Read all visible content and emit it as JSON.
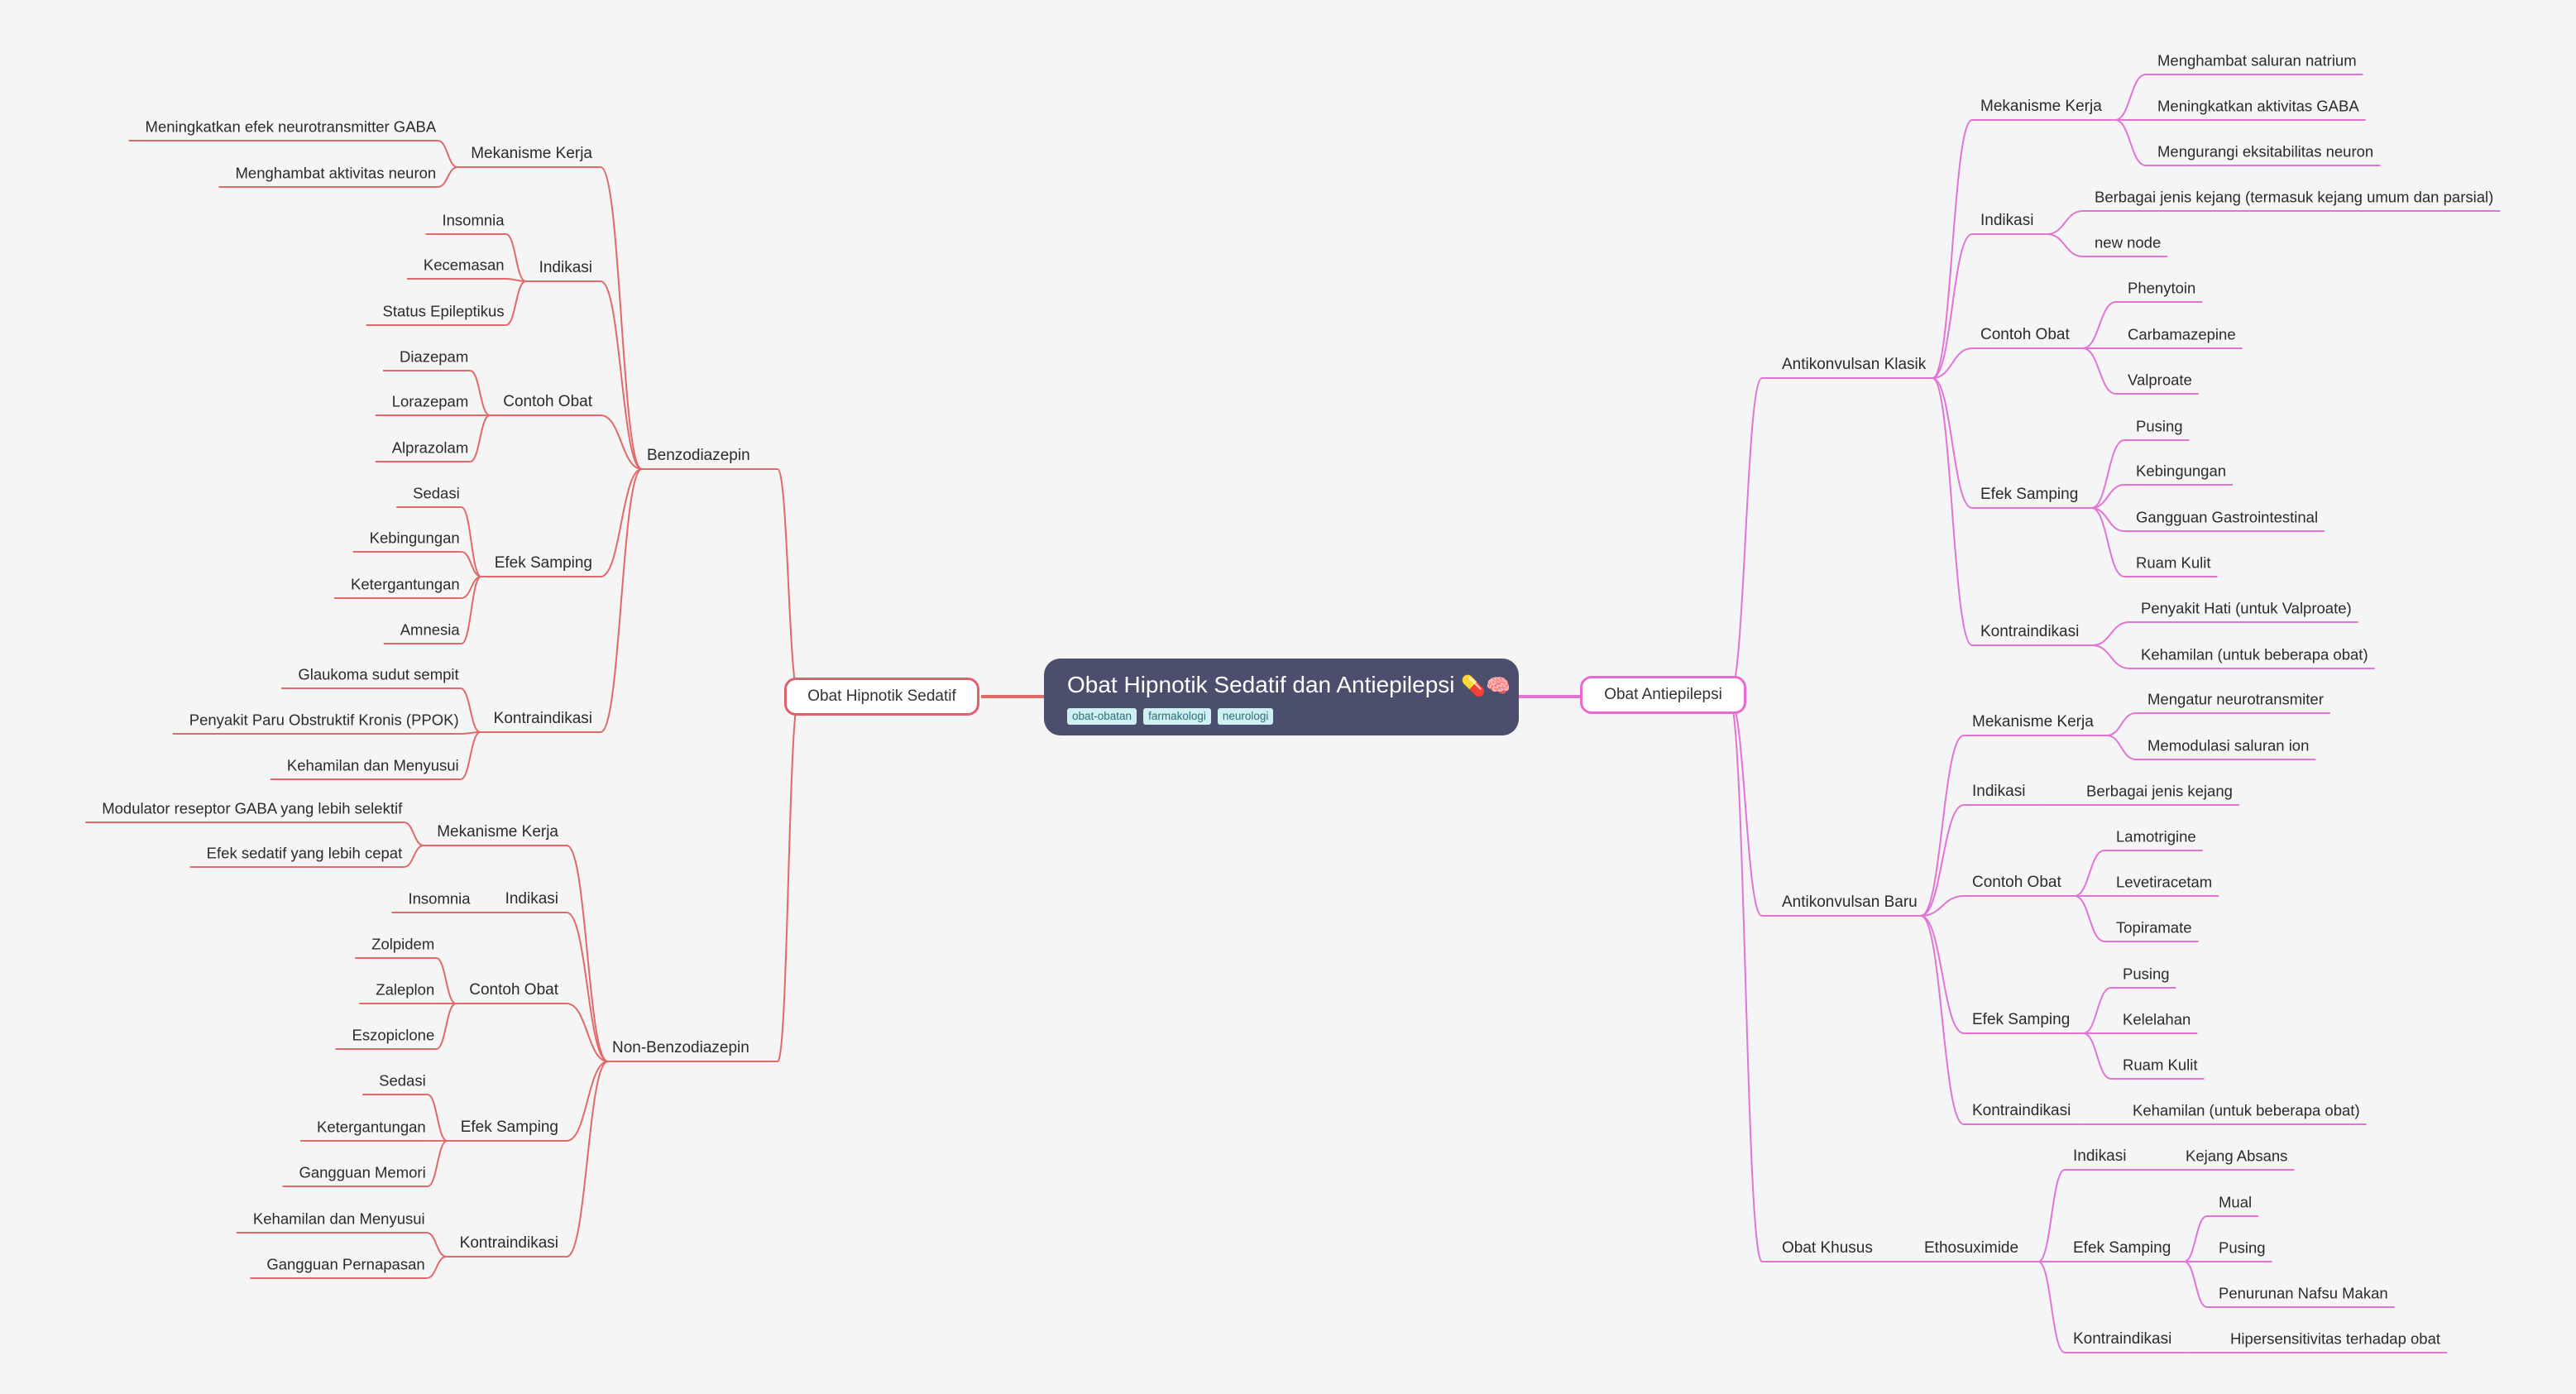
{
  "root": {
    "title": "Obat Hipnotik Sedatif dan Antiepilepsi",
    "emoji": "💊🧠",
    "tags": [
      "obat-obatan",
      "farmakologi",
      "neurologi"
    ]
  },
  "colors": {
    "left_branch": "#e06a6a",
    "right_branch": "#e075d6",
    "root_bg": "#4b4e6d",
    "tag_bg": "#cfeff2"
  },
  "left": {
    "label": "Obat Hipnotik Sedatif",
    "benzo": {
      "label": "Benzodiazepin",
      "mekanisme": {
        "label": "Mekanisme Kerja",
        "items": [
          "Meningkatkan efek neurotransmitter GABA",
          "Menghambat aktivitas neuron"
        ]
      },
      "indikasi": {
        "label": "Indikasi",
        "items": [
          "Insomnia",
          "Kecemasan",
          "Status Epileptikus"
        ]
      },
      "contoh": {
        "label": "Contoh Obat",
        "items": [
          "Diazepam",
          "Lorazepam",
          "Alprazolam"
        ]
      },
      "efek": {
        "label": "Efek Samping",
        "items": [
          "Sedasi",
          "Kebingungan",
          "Ketergantungan",
          "Amnesia"
        ]
      },
      "kontra": {
        "label": "Kontraindikasi",
        "items": [
          "Glaukoma sudut sempit",
          "Penyakit Paru Obstruktif Kronis (PPOK)",
          "Kehamilan dan Menyusui"
        ]
      }
    },
    "nonbenzo": {
      "label": "Non-Benzodiazepin",
      "mekanisme": {
        "label": "Mekanisme Kerja",
        "items": [
          "Modulator reseptor GABA yang lebih selektif",
          "Efek sedatif yang lebih cepat"
        ]
      },
      "indikasi": {
        "label": "Indikasi",
        "items": [
          "Insomnia"
        ]
      },
      "contoh": {
        "label": "Contoh Obat",
        "items": [
          "Zolpidem",
          "Zaleplon",
          "Eszopiclone"
        ]
      },
      "efek": {
        "label": "Efek Samping",
        "items": [
          "Sedasi",
          "Ketergantungan",
          "Gangguan Memori"
        ]
      },
      "kontra": {
        "label": "Kontraindikasi",
        "items": [
          "Kehamilan dan Menyusui",
          "Gangguan Pernapasan"
        ]
      }
    }
  },
  "right": {
    "label": "Obat Antiepilepsi",
    "klasik": {
      "label": "Antikonvulsan Klasik",
      "mekanisme": {
        "label": "Mekanisme Kerja",
        "items": [
          "Menghambat saluran natrium",
          "Meningkatkan aktivitas GABA",
          "Mengurangi eksitabilitas neuron"
        ]
      },
      "indikasi": {
        "label": "Indikasi",
        "items": [
          "Berbagai jenis kejang (termasuk kejang umum dan parsial)",
          "new node"
        ]
      },
      "contoh": {
        "label": "Contoh Obat",
        "items": [
          "Phenytoin",
          "Carbamazepine",
          "Valproate"
        ]
      },
      "efek": {
        "label": "Efek Samping",
        "items": [
          "Pusing",
          "Kebingungan",
          "Gangguan Gastrointestinal",
          "Ruam Kulit"
        ]
      },
      "kontra": {
        "label": "Kontraindikasi",
        "items": [
          "Penyakit Hati (untuk Valproate)",
          "Kehamilan (untuk beberapa obat)"
        ]
      }
    },
    "baru": {
      "label": "Antikonvulsan Baru",
      "mekanisme": {
        "label": "Mekanisme Kerja",
        "items": [
          "Mengatur neurotransmiter",
          "Memodulasi saluran ion"
        ]
      },
      "indikasi": {
        "label": "Indikasi",
        "items": [
          "Berbagai jenis kejang"
        ]
      },
      "contoh": {
        "label": "Contoh Obat",
        "items": [
          "Lamotrigine",
          "Levetiracetam",
          "Topiramate"
        ]
      },
      "efek": {
        "label": "Efek Samping",
        "items": [
          "Pusing",
          "Kelelahan",
          "Ruam Kulit"
        ]
      },
      "kontra": {
        "label": "Kontraindikasi",
        "items": [
          "Kehamilan (untuk beberapa obat)"
        ]
      }
    },
    "khusus": {
      "label": "Obat Khusus",
      "etho": {
        "label": "Ethosuximide",
        "indikasi": {
          "label": "Indikasi",
          "items": [
            "Kejang Absans"
          ]
        },
        "efek": {
          "label": "Efek Samping",
          "items": [
            "Mual",
            "Pusing",
            "Penurunan Nafsu Makan"
          ]
        },
        "kontra": {
          "label": "Kontraindikasi",
          "items": [
            "Hipersensitivitas terhadap obat"
          ]
        }
      }
    }
  }
}
